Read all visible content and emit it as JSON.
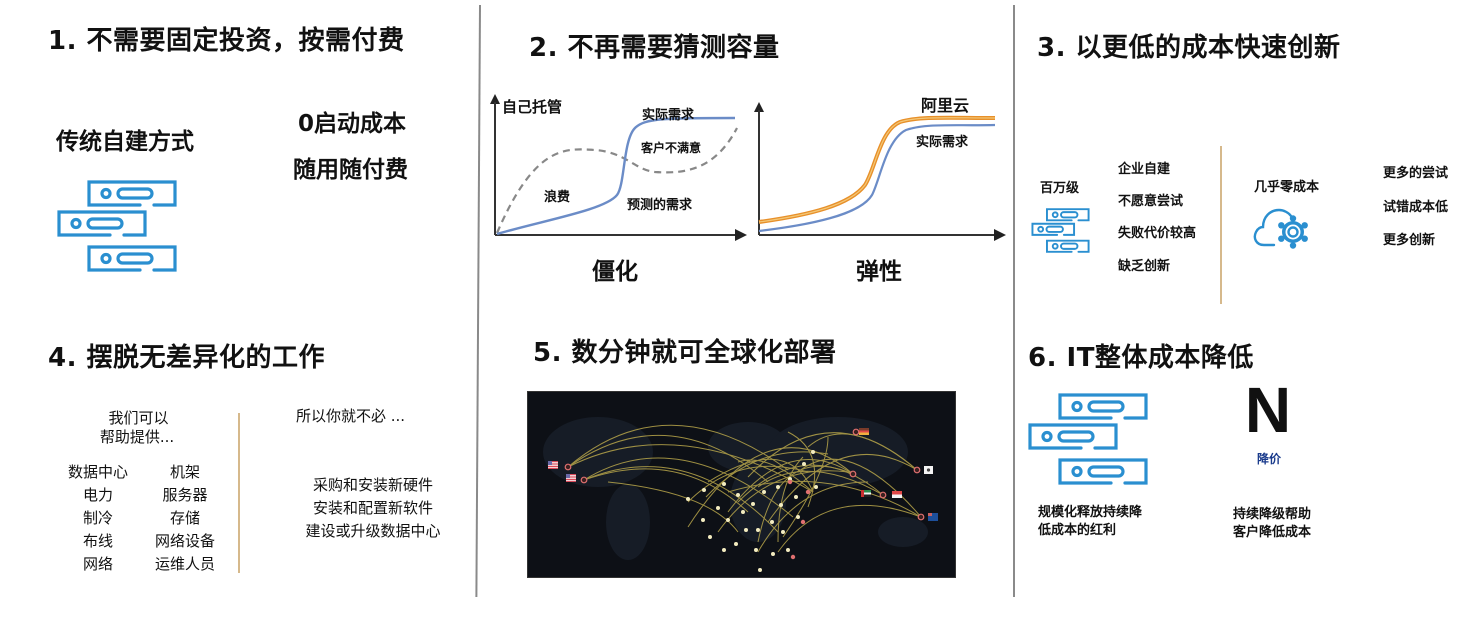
{
  "sections": {
    "s1": {
      "title": "1.  不需要固定投资，按需付费",
      "left_label": "传统自建方式",
      "right_line1": "0启动成本",
      "right_line2": "随用随付费",
      "icon": "server-stack-icon"
    },
    "s2": {
      "title": "2. 不再需要猜测容量",
      "charts_caption_left": "僵化",
      "charts_caption_right": "弹性"
    },
    "s3": {
      "title": "3. 以更低的成本快速创新",
      "left_heading": "百万级",
      "left_items": [
        "企业自建",
        "不愿意尝试",
        "失败代价较高",
        "缺乏创新"
      ],
      "right_heading": "几乎零成本",
      "right_items": [
        "更多的尝试",
        "试错成本低",
        "更多创新"
      ],
      "left_icon": "server-stack-icon",
      "right_icon": "cloud-gear-icon",
      "divider_color": "#d6b98c"
    },
    "s4": {
      "title": "4. 摆脱无差异化的工作",
      "left_intro_line1": "我们可以",
      "left_intro_line2": "帮助提供...",
      "left_col1": [
        "数据中心",
        "电力",
        "制冷",
        "布线",
        "网络"
      ],
      "left_col2": [
        "机架",
        "服务器",
        "存储",
        "网络设备",
        "运维人员"
      ],
      "right_intro": "所以你就不必 ...",
      "right_items": [
        "采购和安装新硬件",
        "安装和配置新软件",
        "建设或升级数据中心"
      ]
    },
    "s5": {
      "title": "5. 数分钟就可全球化部署",
      "map_icon": "world-map-icon",
      "flags": [
        "us-flag",
        "us-flag",
        "germany-flag",
        "uae-flag",
        "indonesia-flag",
        "japan-flag",
        "australia-flag"
      ]
    },
    "s6": {
      "title": "6. IT整体成本降低",
      "left_caption_line1": "规模化释放持续降",
      "left_caption_line2": "低成本的红利",
      "big_letter": "N",
      "big_letter_sub": "降价",
      "right_caption_line1": "持续降级帮助",
      "right_caption_line2": "客户降低成本",
      "accent": "#1a3b8c"
    }
  },
  "chart_data": [
    {
      "type": "line",
      "title": "僵化",
      "ylabel": "自己托管",
      "xlabel": "",
      "series": [
        {
          "name": "实际需求",
          "style": "solid",
          "color": "#6b8cc7",
          "x": [
            0,
            1,
            2,
            3,
            4,
            5,
            6,
            7,
            8,
            9,
            10
          ],
          "values": [
            0,
            0.6,
            1.2,
            1.8,
            2.6,
            4.0,
            8.2,
            9.2,
            9.3,
            9.3,
            9.3
          ]
        },
        {
          "name": "预测的需求",
          "style": "dashed",
          "color": "#777777",
          "x": [
            0,
            1,
            2,
            3,
            4,
            5,
            6,
            7,
            8,
            9,
            10
          ],
          "values": [
            0,
            4.5,
            5.8,
            6.0,
            5.7,
            5.1,
            4.7,
            4.7,
            5.0,
            6.2,
            8.7
          ]
        }
      ],
      "annotations": [
        "实际需求",
        "客户不满意",
        "浪费",
        "预测的需求"
      ],
      "grid": false
    },
    {
      "type": "line",
      "title": "弹性",
      "xlabel": "",
      "ylabel": "",
      "series": [
        {
          "name": "阿里云",
          "style": "solid",
          "color": "#e8902a",
          "x": [
            0,
            1,
            2,
            3,
            4,
            5,
            6,
            7,
            8,
            9,
            10
          ],
          "values": [
            0.9,
            1.3,
            1.8,
            2.5,
            3.6,
            7.6,
            8.7,
            9.0,
            9.1,
            9.2,
            9.2
          ]
        },
        {
          "name": "实际需求",
          "style": "solid",
          "color": "#6b8cc7",
          "x": [
            0,
            1,
            2,
            3,
            4,
            5,
            6,
            7,
            8,
            9,
            10
          ],
          "values": [
            0.3,
            0.7,
            1.2,
            1.9,
            2.9,
            6.2,
            8.2,
            8.6,
            8.8,
            8.8,
            8.8
          ]
        }
      ],
      "annotations": [
        "阿里云",
        "实际需求"
      ],
      "grid": false
    }
  ]
}
